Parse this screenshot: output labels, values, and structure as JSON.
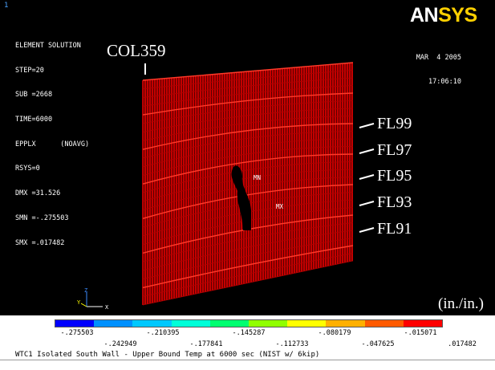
{
  "window": {
    "number": "1"
  },
  "logo": {
    "left": "AN",
    "right": "SYS"
  },
  "panel": {
    "title": "ELEMENT SOLUTION",
    "lines": [
      "STEP=20",
      "SUB =2668",
      "TIME=6000",
      "EPPLX      (NOAVG)",
      "RSYS=0",
      "DMX =31.526",
      "SMN =-.275503",
      "SMX =.017482"
    ]
  },
  "date": {
    "day": "MAR  4 2005",
    "time": "17:06:10"
  },
  "labels": {
    "column": "COL359",
    "floors": [
      "FL99",
      "FL97",
      "FL95",
      "FL93",
      "FL91"
    ],
    "mn": "MN",
    "mx": "MX",
    "units": "(in./in.)"
  },
  "triad": {
    "x": "X",
    "y": "Y",
    "z": "Z"
  },
  "legend": {
    "colors": [
      "#0000ff",
      "#0090ff",
      "#00c8ff",
      "#00ffd8",
      "#00ff70",
      "#90ff00",
      "#ffff00",
      "#ffb000",
      "#ff5a00",
      "#ff0000"
    ],
    "top_values": [
      "-.275503",
      "-.210395",
      "-.145287",
      "-.080179",
      "-.015071"
    ],
    "bottom_values": [
      "-.242949",
      "-.177841",
      "-.112733",
      "-.047625",
      ".017482"
    ]
  },
  "caption": "WTC1 Isolated South Wall - Upper Bound Temp at 6000 sec (NIST w/ 6kip)",
  "colors": {
    "mesh": "#e00000",
    "mesh_dark": "#5a0000",
    "background": "#000000"
  }
}
